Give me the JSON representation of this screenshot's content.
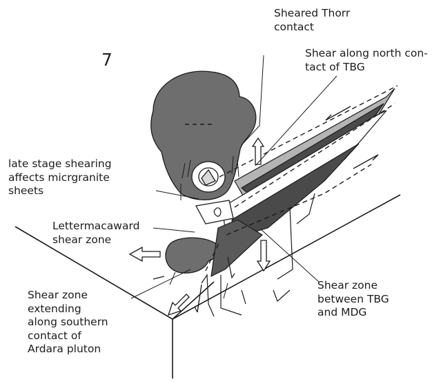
{
  "figure": {
    "number": "7",
    "labels": {
      "sheared_thorr": [
        "Sheared Thorr",
        "contact"
      ],
      "shear_north": [
        "Shear along north con-",
        "tact of TBG"
      ],
      "late_stage": [
        "late stage shearing",
        "affects micrgranite",
        "sheets"
      ],
      "lettermacaward": [
        "Lettermacaward",
        "shear zone"
      ],
      "shear_southern": [
        "Shear zone",
        "extending",
        "along southern",
        "contact of",
        "Ardara pluton"
      ],
      "shear_tbg_mdg": [
        "Shear zone",
        "between TBG",
        "and MDG"
      ]
    },
    "colors": {
      "pluton_fill": "#6e6e6e",
      "dark_band": "#4a4a4a",
      "light_band": "#b4b4b4",
      "line": "#1a1a1a"
    }
  }
}
